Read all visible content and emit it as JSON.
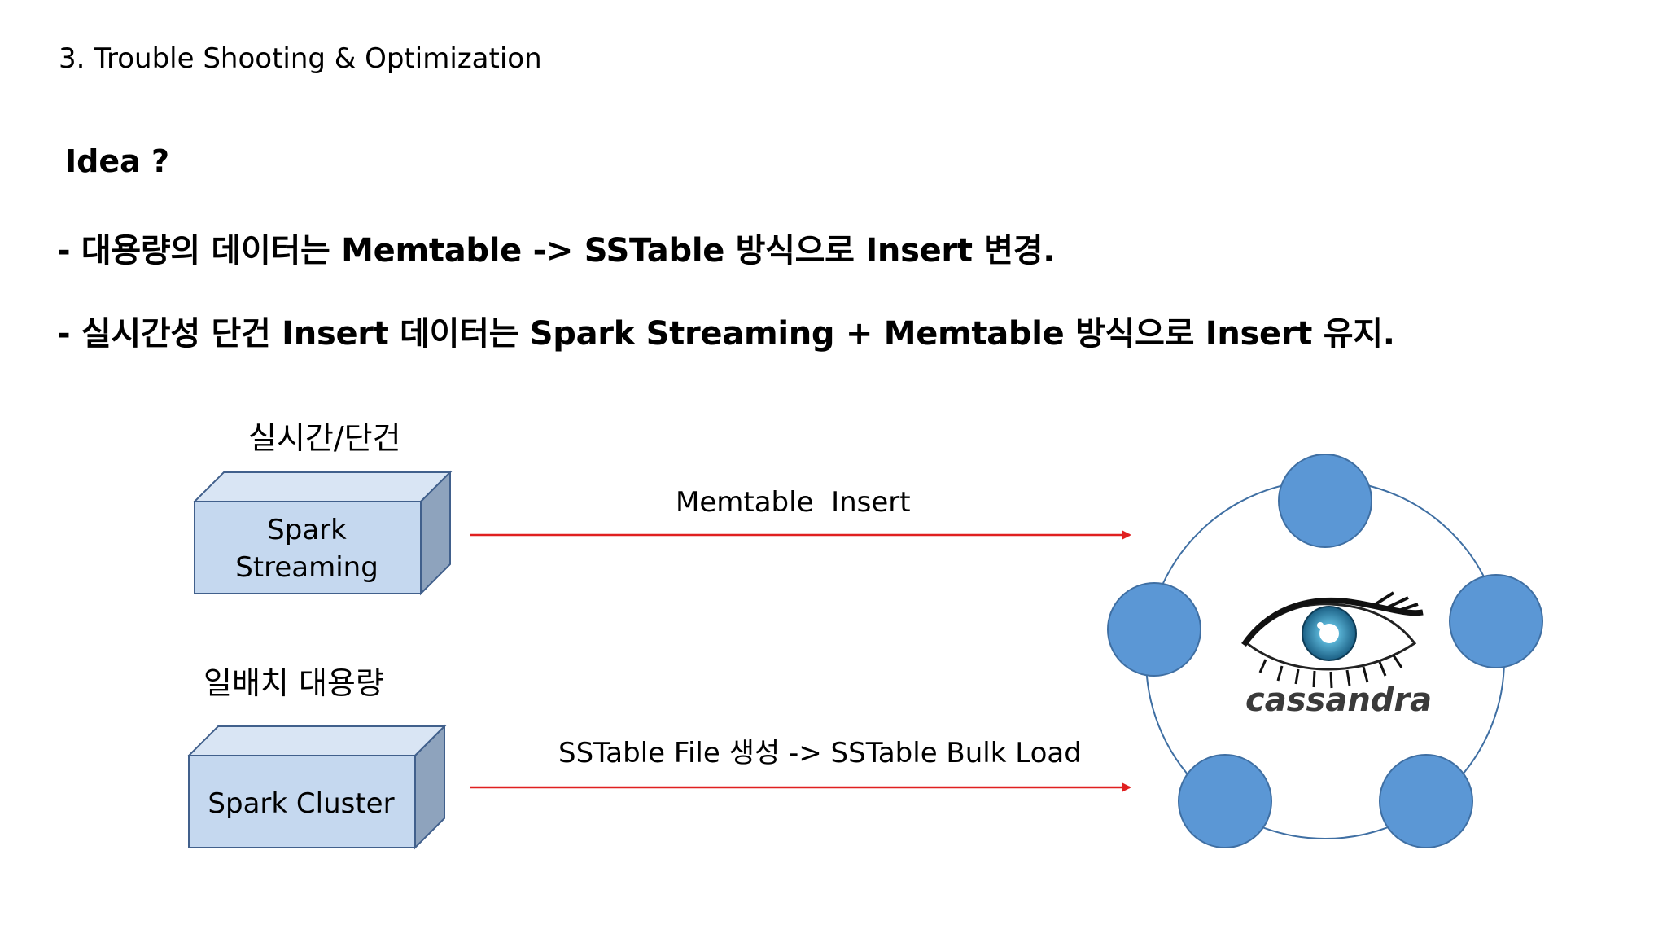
{
  "slide": {
    "section_title": "3. Trouble Shooting & Optimization",
    "idea_heading": "Idea ?",
    "bullets": [
      "- 대용량의 데이터는 Memtable -> SSTable 방식으로 Insert 변경.",
      "- 실시간성 단건 Insert 데이터는 Spark Streaming + Memtable 방식으로 Insert 유지."
    ]
  },
  "diagram": {
    "realtime_label": "실시간/단건",
    "batch_label": "일배치 대용량",
    "box1": {
      "line1": "Spark",
      "line2": "Streaming"
    },
    "box2": {
      "label": "Spark Cluster"
    },
    "arrow1_label": "Memtable  Insert",
    "arrow2_label": "SSTable File 생성 -> SSTable Bulk Load",
    "logo_text": "cassandra",
    "colors": {
      "box_face": "#c5d8ef",
      "box_top": "#d9e5f4",
      "box_side": "#8ea3bd",
      "box_border": "#41608c",
      "arrow": "#e02020",
      "node_fill": "#5b97d5",
      "node_border": "#3f6fa3",
      "ring": "#3f6fa3"
    }
  }
}
